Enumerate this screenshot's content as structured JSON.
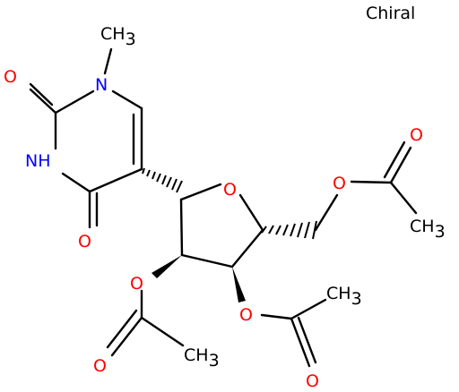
{
  "label": "Chiral",
  "atoms": [
    {
      "id": "me_n1",
      "text": "CH3",
      "color": "#000000"
    },
    {
      "id": "n1",
      "text": "N",
      "color": "#0000ff"
    },
    {
      "id": "o2",
      "text": "O",
      "color": "#ff0000"
    },
    {
      "id": "n3",
      "text": "NH",
      "color": "#0000ff"
    },
    {
      "id": "o4",
      "text": "O",
      "color": "#ff0000"
    },
    {
      "id": "o_ring",
      "text": "O",
      "color": "#ff0000"
    },
    {
      "id": "o5",
      "text": "O",
      "color": "#ff0000"
    },
    {
      "id": "o5c",
      "text": "O",
      "color": "#ff0000"
    },
    {
      "id": "me5",
      "text": "CH3",
      "color": "#000000"
    },
    {
      "id": "o2p",
      "text": "O",
      "color": "#ff0000"
    },
    {
      "id": "o2c",
      "text": "O",
      "color": "#ff0000"
    },
    {
      "id": "me2",
      "text": "CH3",
      "color": "#000000"
    },
    {
      "id": "o3p",
      "text": "O",
      "color": "#ff0000"
    },
    {
      "id": "o3c",
      "text": "O",
      "color": "#ff0000"
    },
    {
      "id": "me3",
      "text": "CH3",
      "color": "#000000"
    }
  ]
}
